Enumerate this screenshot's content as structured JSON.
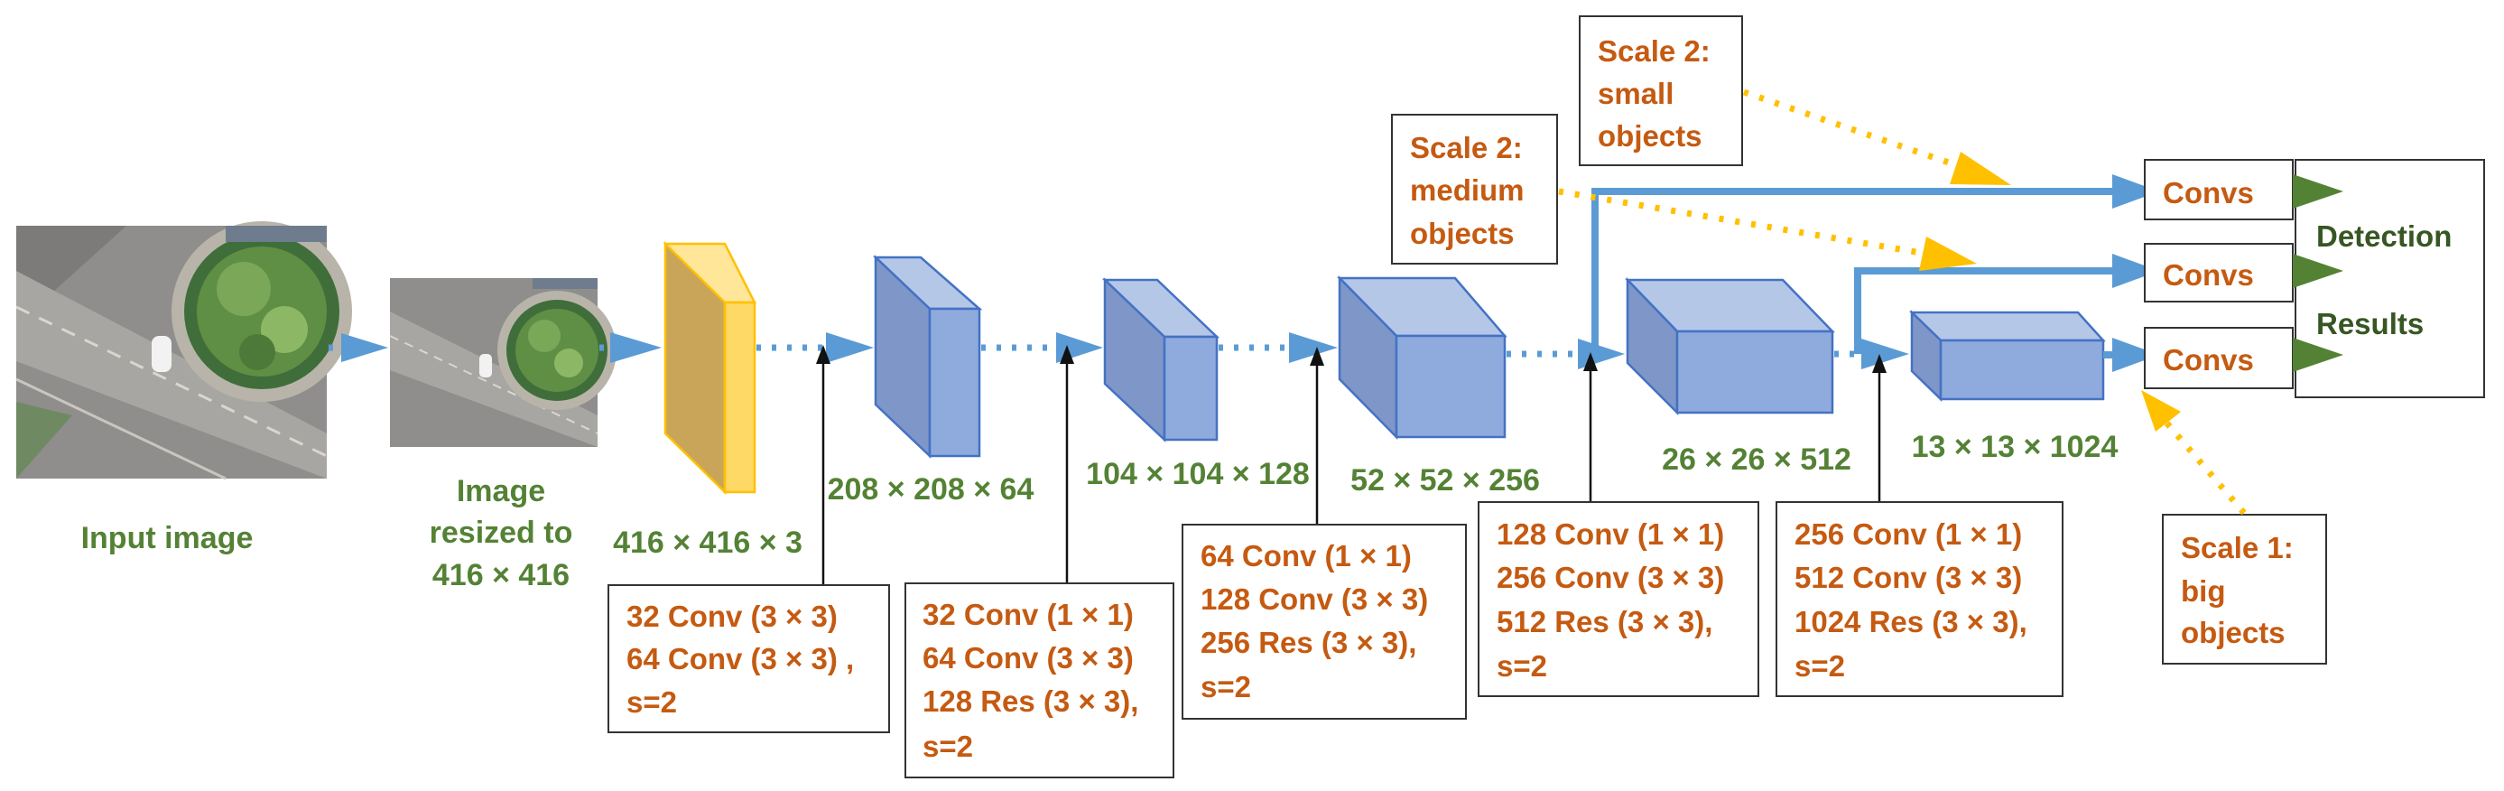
{
  "input_label": "Input image",
  "resized_label": [
    "Image",
    "resized to",
    "416 × 416"
  ],
  "layers": [
    {
      "dims": "416 × 416 × 3",
      "ops": [
        "32 Conv (3 × 3)",
        "64 Conv (3 × 3) ,",
        "s=2"
      ]
    },
    {
      "dims": "208 × 208 × 64",
      "ops": [
        "32 Conv (1 × 1)",
        "64 Conv (3 × 3)",
        "128 Res (3 × 3),",
        "s=2"
      ]
    },
    {
      "dims": "104 × 104 × 128",
      "ops": [
        "64 Conv (1 × 1)",
        "128 Conv (3 × 3)",
        "256 Res (3 × 3),",
        "s=2"
      ]
    },
    {
      "dims": "52 × 52 × 256",
      "ops": [
        "128 Conv (1 × 1)",
        "256 Conv (3 × 3)",
        "512 Res (3 × 3),",
        "s=2"
      ]
    },
    {
      "dims": "26 × 26 × 512",
      "ops": [
        "256 Conv (1 × 1)",
        "512 Conv (3 × 3)",
        "1024 Res (3 × 3),",
        "s=2"
      ]
    },
    {
      "dims": "13 × 13 × 1024"
    }
  ],
  "scales": {
    "small": [
      "Scale 2:",
      "small",
      "objects"
    ],
    "medium": [
      "Scale 2:",
      "medium",
      "objects"
    ],
    "big": [
      "Scale 1:",
      "big",
      "objects"
    ]
  },
  "convs_label": "Convs",
  "detection": [
    "Detection",
    "Results"
  ],
  "colors": {
    "accent_blue": "#5B9BD5",
    "cube_blue": "#8FAADC",
    "input_yellow": "#FFD966",
    "label_green": "#548235",
    "label_orange": "#C55A11",
    "pointer_yellow": "#FFC000"
  }
}
